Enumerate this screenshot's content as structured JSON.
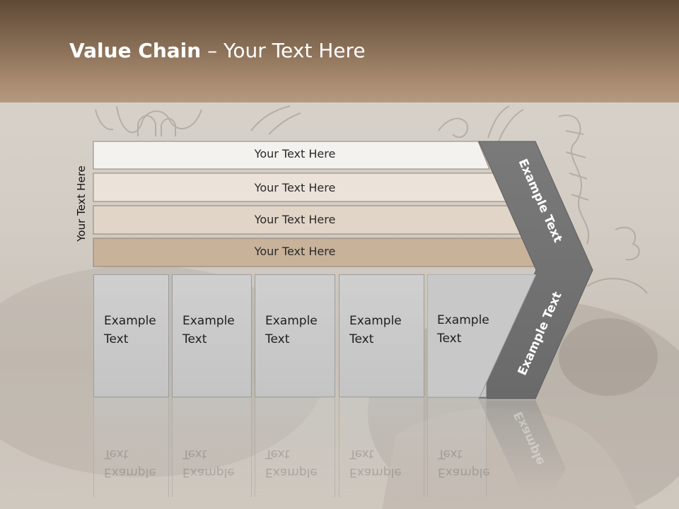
{
  "slide": {
    "title_bold": "Value Chain",
    "title_rest": " – Your Text Here"
  },
  "side_label": "Your Text Here",
  "bars": [
    {
      "label": "Your Text Here",
      "fill": "#f4f2ee"
    },
    {
      "label": "Your Text Here",
      "fill": "#ebe3da"
    },
    {
      "label": "Your Text Here",
      "fill": "#e1d5c7"
    },
    {
      "label": "Your Text Here",
      "fill": "#c9b29a"
    }
  ],
  "boxes": [
    {
      "line1": "Example",
      "line2": "Text"
    },
    {
      "line1": "Example",
      "line2": "Text"
    },
    {
      "line1": "Example",
      "line2": "Text"
    },
    {
      "line1": "Example",
      "line2": "Text"
    },
    {
      "line1": "Example",
      "line2": "Text"
    }
  ],
  "chevron": {
    "upper_label": "Example Text",
    "lower_label": "Example Text",
    "reflection_label": "Example"
  },
  "colors": {
    "header_dark": "#5f4a36",
    "header_light": "#b59a80",
    "chevron_gray": "#737373",
    "box_gray": "#c8c8c8"
  }
}
